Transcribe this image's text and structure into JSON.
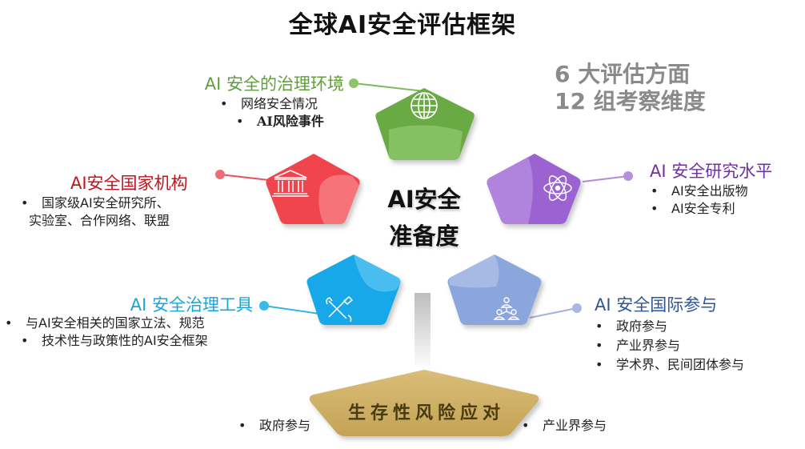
{
  "title": "全球AI安全评估框架",
  "summary": {
    "line1": "6 大评估方面",
    "line2": "12 组考察维度"
  },
  "center": {
    "line1": "AI安全",
    "line2": "准备度"
  },
  "categories": [
    {
      "title": "AI 安全的治理环境",
      "color": "#5f9f3a",
      "icon": "globe-icon",
      "bullets": [
        "网络安全情况",
        "AI风险事件"
      ]
    },
    {
      "title": "AI安全国家机构",
      "color": "#c0141c",
      "icon": "institution-building-icon",
      "bullets": [
        "国家级AI安全研究所、",
        "实验室、合作网络、联盟"
      ]
    },
    {
      "title": "AI 安全研究水平",
      "color": "#7030a0",
      "icon": "atom-icon",
      "bullets": [
        "AI安全出版物",
        "AI安全专利"
      ]
    },
    {
      "title": "AI 安全治理工具",
      "color": "#1aa3d9",
      "icon": "tools-icon",
      "bullets": [
        "与AI安全相关的国家立法、规范",
        "技术性与政策性的AI安全框架"
      ]
    },
    {
      "title": "AI 安全国际参与",
      "color": "#2f5597",
      "icon": "network-people-icon",
      "bullets": [
        "政府参与",
        "产业界参与",
        "学术界、民间团体参与"
      ]
    }
  ],
  "bottom": {
    "label": "生存性风险应对",
    "color": "#c9a95a",
    "items": [
      "政府参与",
      "产业界参与"
    ]
  },
  "bullet_char": "•"
}
